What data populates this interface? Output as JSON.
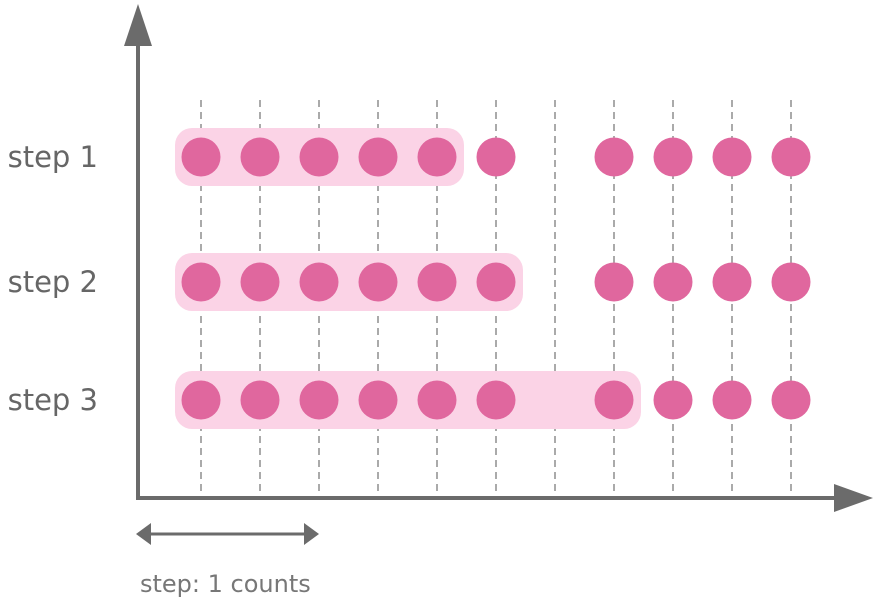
{
  "diagram": {
    "caption": "step: 1 counts",
    "columns": 11,
    "colors": {
      "axis": "#6b6b6b",
      "dot": "#e0679e",
      "window": "#fbd3e6",
      "gridline": "#555555",
      "label": "#666666",
      "caption": "#777777"
    },
    "rows": [
      {
        "label": "step 1",
        "dots": [
          0,
          1,
          2,
          3,
          4,
          5,
          7,
          8,
          9,
          10
        ],
        "window": [
          0,
          4
        ]
      },
      {
        "label": "step 2",
        "dots": [
          0,
          1,
          2,
          3,
          4,
          5,
          7,
          8,
          9,
          10
        ],
        "window": [
          0,
          5
        ]
      },
      {
        "label": "step 3",
        "dots": [
          0,
          1,
          2,
          3,
          4,
          5,
          7,
          8,
          9,
          10
        ],
        "window": [
          0,
          7
        ]
      }
    ],
    "measure_span_columns": 2
  }
}
